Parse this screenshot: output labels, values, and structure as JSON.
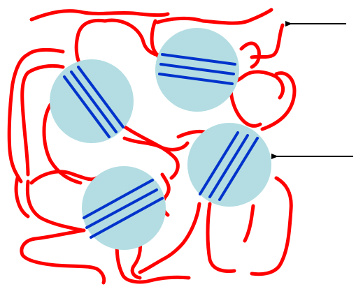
{
  "diagram": {
    "description_type": "polymer-crystallite-schematic",
    "colors": {
      "chain": "#ff0000",
      "crystallite_fill": "#b3dde2",
      "lamella": "#0033cc",
      "arrow": "#000000",
      "background": "#ffffff"
    },
    "crystallite_count": 4,
    "lamellae_per_crystallite": 3,
    "arrow_count": 2,
    "labels": []
  }
}
